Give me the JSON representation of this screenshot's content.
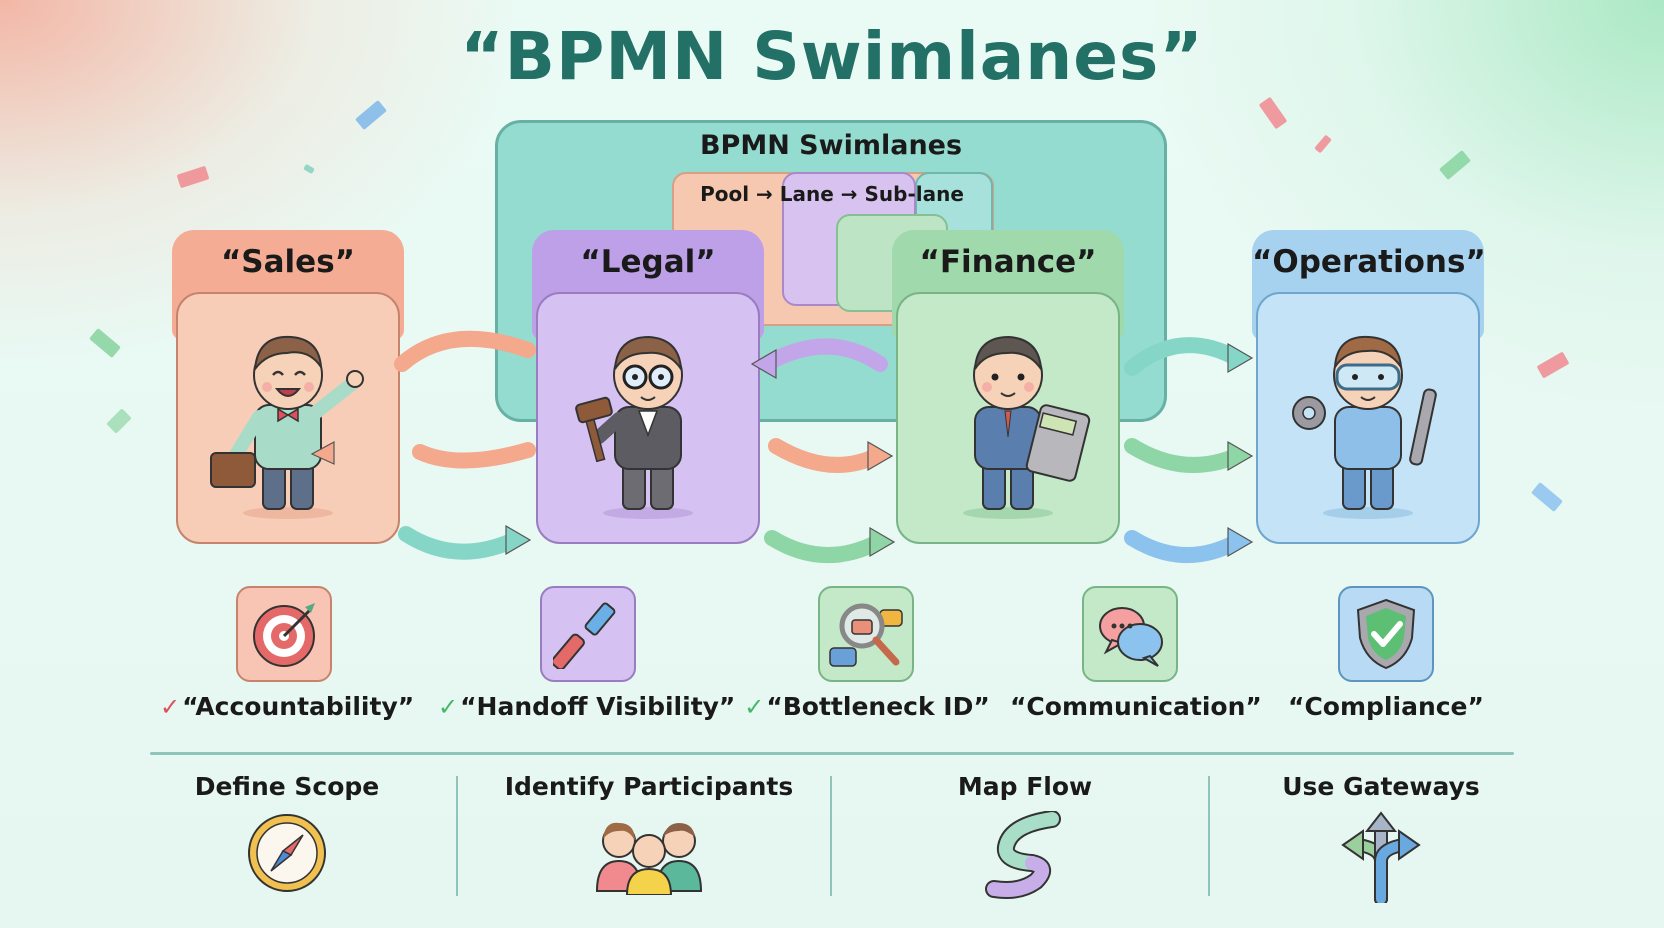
{
  "title": "“BPMN Swimlanes”",
  "diagram": {
    "pool_title": "BPMN Swimlanes",
    "hierarchy": "Pool → Lane → Sub-lane"
  },
  "lanes": [
    {
      "label": "“Sales”",
      "role": "salesperson",
      "prop": "briefcase",
      "color": "#f4ad94"
    },
    {
      "label": "“Legal”",
      "role": "lawyer",
      "prop": "gavel",
      "color": "#bda0e8"
    },
    {
      "label": "“Finance”",
      "role": "accountant",
      "prop": "calculator",
      "color": "#9fd9ac"
    },
    {
      "label": "“Operations”",
      "role": "engineer",
      "prop": "gear-and-wrench",
      "color": "#a6d2f0"
    }
  ],
  "flows": [
    {
      "from": "Sales",
      "to": "Legal",
      "color": "#f4a88c"
    },
    {
      "from": "Legal",
      "to": "Sales",
      "color": "#f4a88c"
    },
    {
      "from": "Sales",
      "to": "Legal",
      "color": "#86d6c8"
    },
    {
      "from": "Finance",
      "to": "Legal",
      "color": "#c3a6ea"
    },
    {
      "from": "Legal",
      "to": "Finance",
      "color": "#f4a88c"
    },
    {
      "from": "Legal",
      "to": "Finance",
      "color": "#8fd6a6"
    },
    {
      "from": "Finance",
      "to": "Operations",
      "color": "#86d6c8"
    },
    {
      "from": "Finance",
      "to": "Operations",
      "color": "#8fd6a6"
    },
    {
      "from": "Finance",
      "to": "Operations",
      "color": "#8cc2ee"
    }
  ],
  "benefits": [
    {
      "label": "“Accountability”",
      "icon": "target-icon",
      "check": "✓",
      "check_color": "#e0505a"
    },
    {
      "label": "“Handoff Visibility”",
      "icon": "baton-handoff-icon",
      "check": "✓",
      "check_color": "#44b86a"
    },
    {
      "label": "“Bottleneck ID”",
      "icon": "magnifier-traffic-icon",
      "check": "✓",
      "check_color": "#44b86a"
    },
    {
      "label": "“Communication”",
      "icon": "chat-bubbles-icon",
      "check": "",
      "check_color": ""
    },
    {
      "label": "“Compliance”",
      "icon": "shield-check-icon",
      "check": "",
      "check_color": ""
    }
  ],
  "steps": [
    {
      "label": "Define Scope",
      "icon": "compass-icon"
    },
    {
      "label": "Identify Participants",
      "icon": "people-group-icon"
    },
    {
      "label": "Map Flow",
      "icon": "ribbon-flow-icon"
    },
    {
      "label": "Use Gateways",
      "icon": "split-arrows-icon"
    }
  ],
  "colors": {
    "title": "#227066",
    "pool": "#8cd9cd",
    "divider": "#8fc4bb"
  }
}
